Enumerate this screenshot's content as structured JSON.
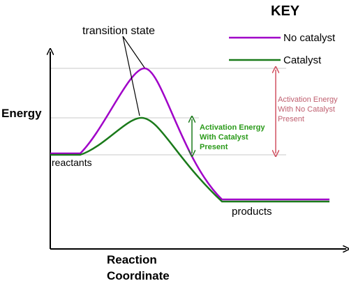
{
  "key": {
    "title": "KEY",
    "entries": [
      {
        "label": "No catalyst",
        "color": "#a000c8"
      },
      {
        "label": "Catalyst",
        "color": "#1a7a1a"
      }
    ]
  },
  "labels": {
    "y_axis": "Energy",
    "x_axis_line1": "Reaction",
    "x_axis_line2": "Coordinate",
    "transition_state": "transition state",
    "reactants": "reactants",
    "products": "products"
  },
  "activation_catalyst": {
    "lines": [
      "Activation Energy",
      "With Catalyst",
      "Present"
    ],
    "color": "#2a9a1a"
  },
  "activation_no_catalyst": {
    "lines": [
      "Activation Energy",
      "With No Catalyst",
      "Present"
    ],
    "color": "#c06070"
  },
  "colors": {
    "axis": "#000000",
    "guide": "#c8c8c8",
    "no_catalyst_curve": "#a000c8",
    "catalyst_curve": "#1a7a1a"
  }
}
